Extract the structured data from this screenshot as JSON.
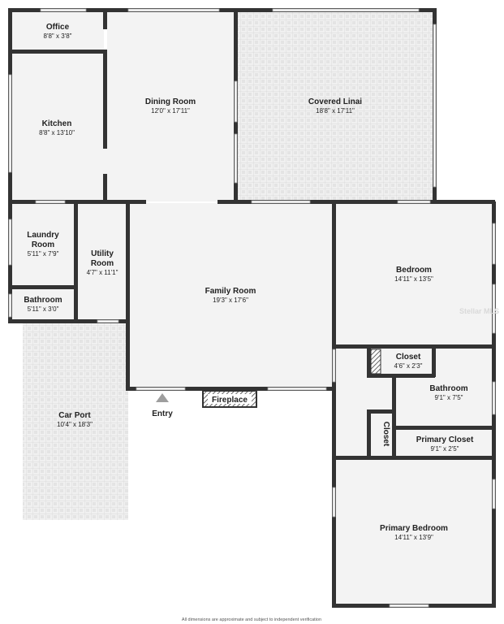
{
  "rooms": {
    "office": {
      "name": "Office",
      "dims": "8'8\" x 3'8\""
    },
    "kitchen": {
      "name": "Kitchen",
      "dims": "8'8\" x 13'10\""
    },
    "dining": {
      "name": "Dining Room",
      "dims": "12'0\" x 17'11\""
    },
    "linai": {
      "name": "Covered Linai",
      "dims": "18'8\" x 17'11\""
    },
    "laundry": {
      "name_1": "Laundry",
      "name_2": "Room",
      "dims": "5'11\" x 7'9\""
    },
    "utility": {
      "name_1": "Utility",
      "name_2": "Room",
      "dims": "4'7\" x 11'1\""
    },
    "bath_small": {
      "name": "Bathroom",
      "dims": "5'11\" x 3'0\""
    },
    "family": {
      "name": "Family Room",
      "dims": "19'3\" x 17'6\""
    },
    "bedroom": {
      "name": "Bedroom",
      "dims": "14'11\" x 13'5\""
    },
    "closet": {
      "name": "Closet",
      "dims": "4'6\" x 2'3\""
    },
    "bathroom": {
      "name": "Bathroom",
      "dims": "9'1\" x 7'5\""
    },
    "closet_vertical": {
      "name": "Closet"
    },
    "primary_closet": {
      "name": "Primary Closet",
      "dims": "9'1\" x 2'5\""
    },
    "carport": {
      "name": "Car Port",
      "dims": "10'4\" x 18'3\""
    },
    "primary_bedroom": {
      "name": "Primary Bedroom",
      "dims": "14'11\" x 13'9\""
    }
  },
  "labels": {
    "entry": "Entry",
    "fireplace": "Fireplace"
  },
  "footer": {
    "disclaimer": "All dimensions are approximate and subject to independent verification"
  },
  "watermark": "Stellar MLS",
  "colors": {
    "wall": "#333333",
    "floor": "#f3f3f3",
    "tile": "#e3e3e3",
    "entry_marker": "#9e9e9e"
  }
}
